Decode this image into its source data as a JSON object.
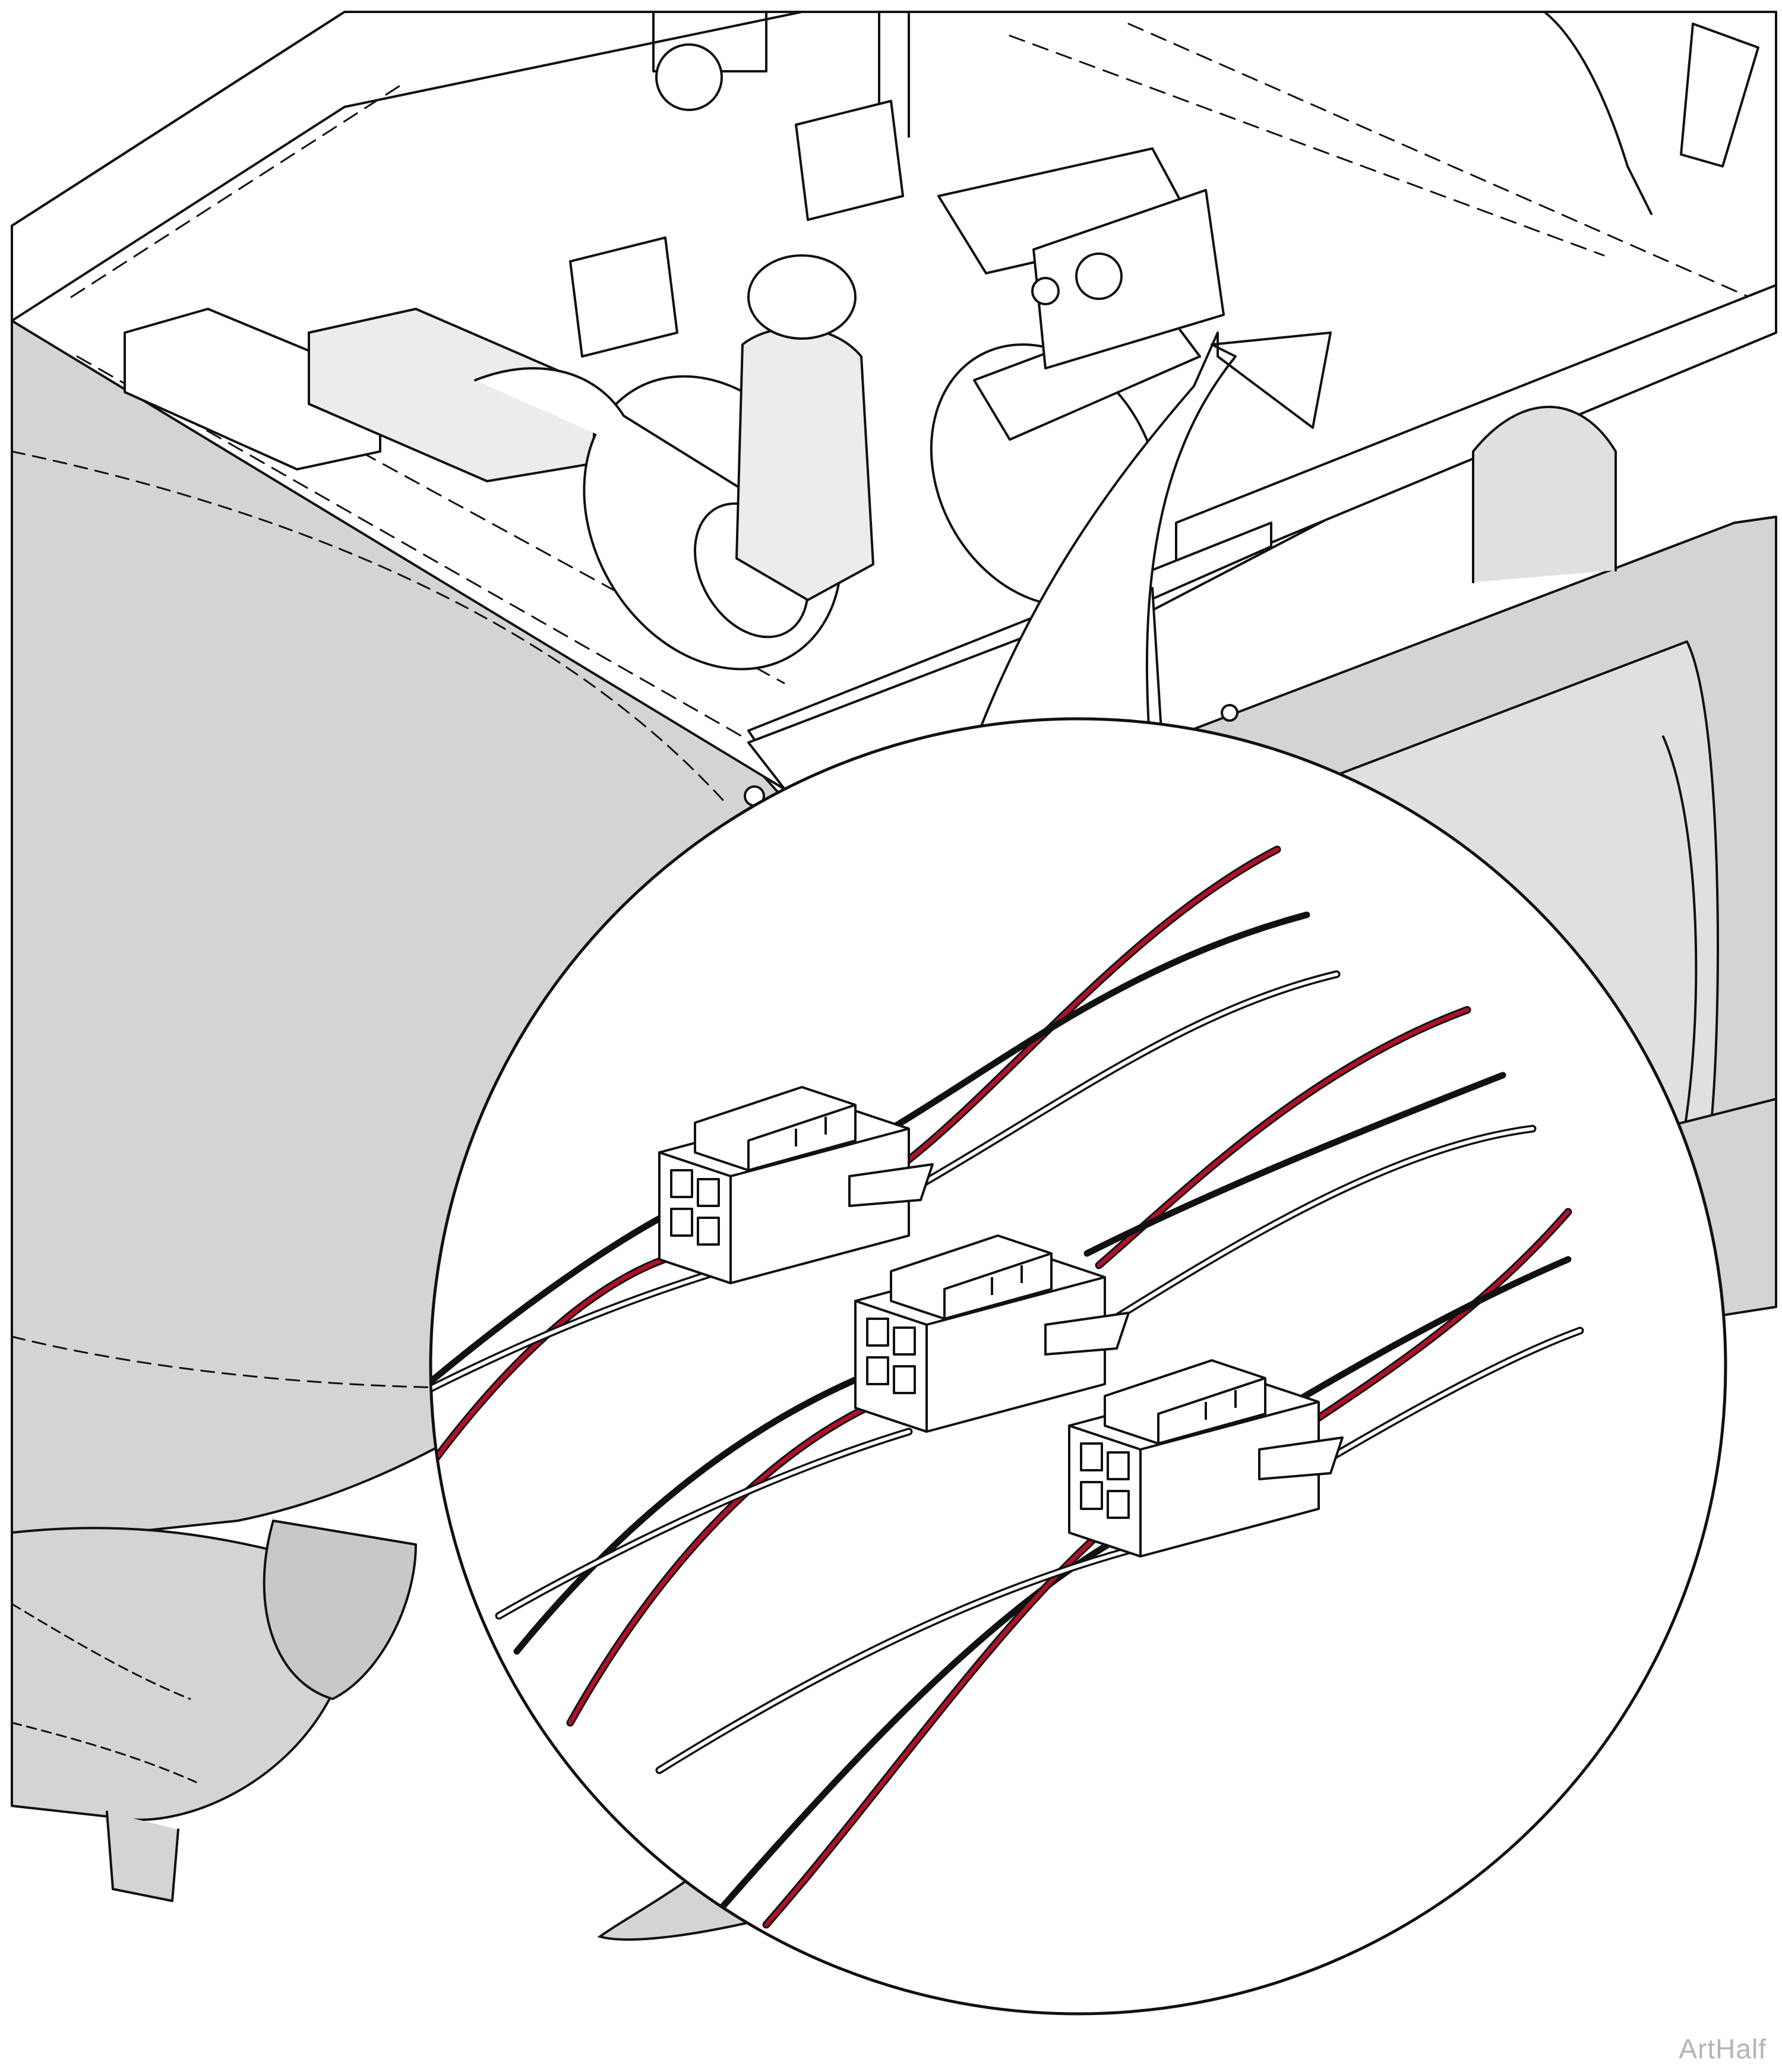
{
  "watermark": "ArtHalf",
  "colors": {
    "line": "#111111",
    "fill_gray": "#d4d4d4",
    "fill_light": "#ececec",
    "fill_white": "#ffffff",
    "wire_red": "#b0102a",
    "wire_black": "#111111",
    "wire_white": "#ffffff"
  },
  "connectors": [
    {
      "id": "connector-1",
      "wires": [
        "black",
        "red",
        "white"
      ]
    },
    {
      "id": "connector-2",
      "wires": [
        "black",
        "red",
        "white"
      ]
    },
    {
      "id": "connector-3",
      "wires": [
        "red",
        "white"
      ]
    }
  ]
}
